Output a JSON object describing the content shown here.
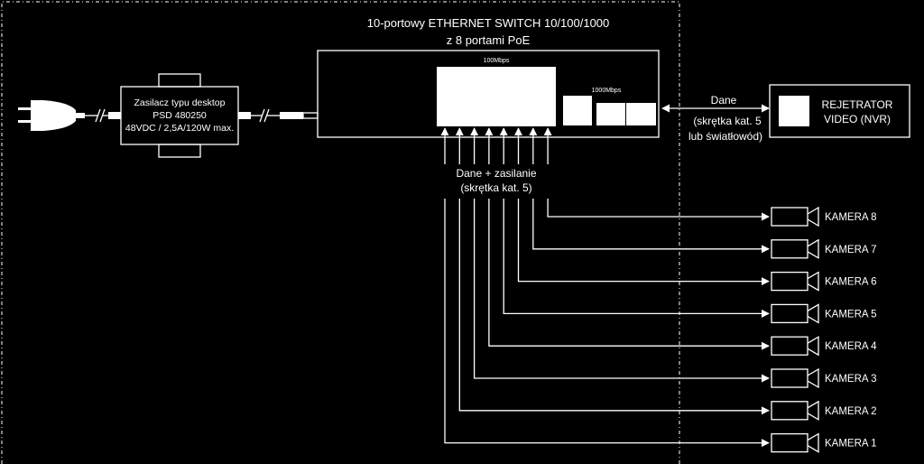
{
  "switch": {
    "title_line1": "10-portowy  ETHERNET SWITCH 10/100/1000",
    "title_line2": "z 8 portami PoE",
    "poe_block_label": "100Mbps",
    "uplink_label": "1000Mbps"
  },
  "power_supply": {
    "line1": "Zasilacz typu desktop",
    "line2": "PSD 480250",
    "line3": "48VDC / 2,5A/120W max."
  },
  "nvr_link": {
    "label": "Dane",
    "note_line1": "(skrętka kat. 5",
    "note_line2": "lub światłowód)"
  },
  "nvr": {
    "line1": "REJETRATOR",
    "line2": "VIDEO (NVR)"
  },
  "poe_link": {
    "label": "Dane + zasilanie",
    "note": "(skrętka kat. 5)"
  },
  "cameras": [
    {
      "label": "KAMERA 8"
    },
    {
      "label": "KAMERA 7"
    },
    {
      "label": "KAMERA 6"
    },
    {
      "label": "KAMERA 5"
    },
    {
      "label": "KAMERA 4"
    },
    {
      "label": "KAMERA 3"
    },
    {
      "label": "KAMERA 2"
    },
    {
      "label": "KAMERA 1"
    }
  ]
}
